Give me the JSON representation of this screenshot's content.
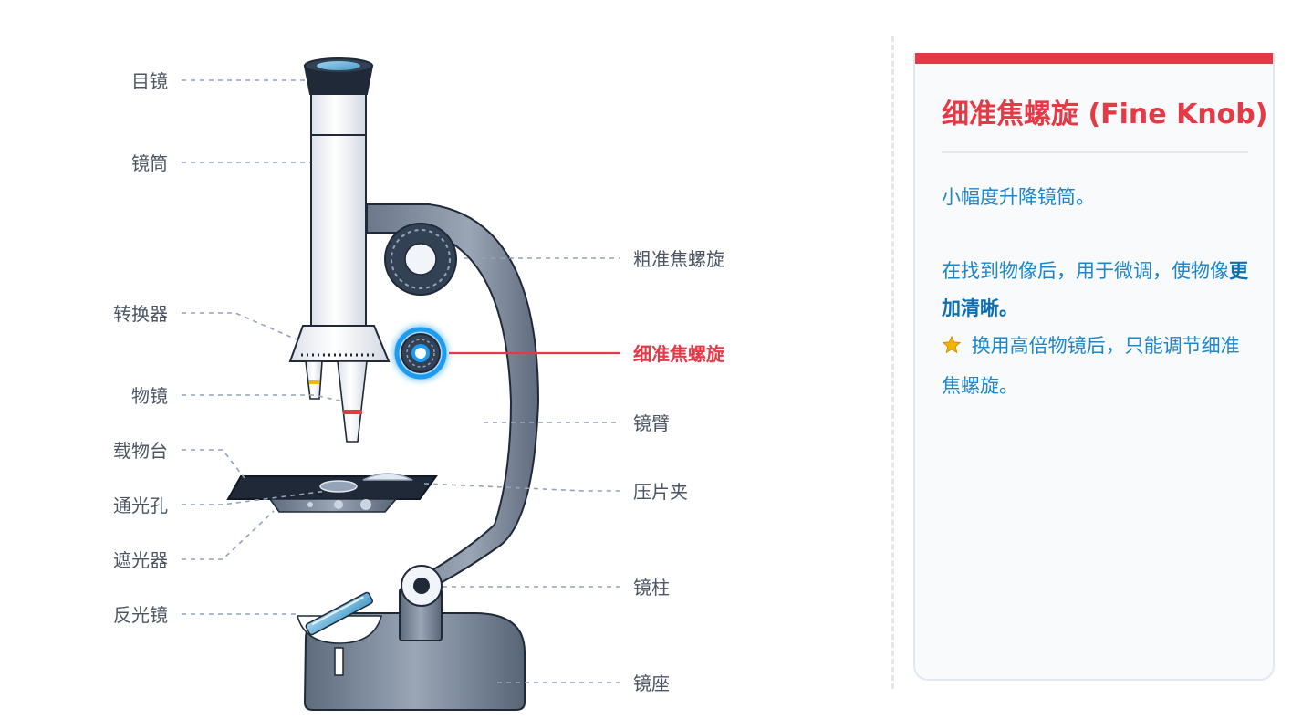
{
  "labels": {
    "eyepiece": "目镜",
    "tube": "镜筒",
    "nosepiece": "转换器",
    "objective": "物镜",
    "stage": "载物台",
    "aperture": "通光孔",
    "diaphragm": "遮光器",
    "mirror": "反光镜",
    "coarse_knob": "粗准焦螺旋",
    "fine_knob": "细准焦螺旋",
    "arm": "镜臂",
    "clip": "压片夹",
    "pillar": "镜柱",
    "base": "镜座"
  },
  "active_part": "fine_knob",
  "panel": {
    "title": "细准焦螺旋 (Fine Knob)",
    "line1": "小幅度升降镜筒。",
    "line2a": "在找到物像后，用于微调，使物像",
    "line2b": "更加清晰",
    "line2c": "。",
    "star_icon": "star-icon",
    "line3": "换用高倍物镜后，只能调节细准焦螺旋。"
  },
  "colors": {
    "accent": "#e63946",
    "text_blue": "#1f86c9",
    "label_gray": "#4b5563",
    "glow_blue": "#1d9bf0"
  }
}
